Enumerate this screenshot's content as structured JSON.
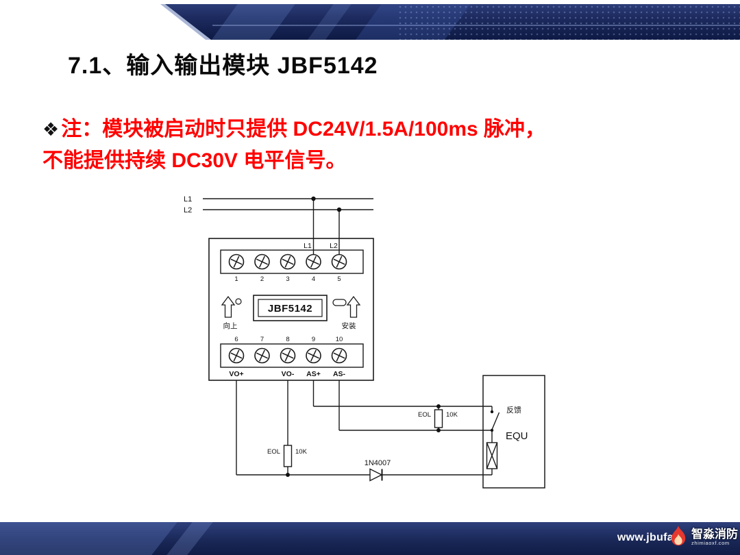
{
  "header": {
    "title": "7.1、输入输出模块 JBF5142",
    "bar_color": "#1c2a5e"
  },
  "note": {
    "bullet": "❖",
    "line1": "注：模块被启动时只提供 DC24V/1.5A/100ms 脉冲，",
    "line2": "不能提供持续 DC30V 电平信号。",
    "color": "#ff0000"
  },
  "diagram": {
    "bus": {
      "l1": "L1",
      "l2": "L2"
    },
    "module": {
      "inner_l1": "L1",
      "inner_l2": "L2",
      "top_terminals": [
        "1",
        "2",
        "3",
        "4",
        "5"
      ],
      "bottom_terminals": [
        "6",
        "7",
        "8",
        "9",
        "10"
      ],
      "display_text": "JBF5142",
      "up_label": "向上",
      "install_label": "安装",
      "vo_plus": "VO+",
      "vo_minus": "VO-",
      "as_plus": "AS+",
      "as_minus": "AS-"
    },
    "parts": {
      "eol_top": {
        "name": "EOL",
        "value": "10K"
      },
      "eol_bottom": {
        "name": "EOL",
        "value": "10K"
      },
      "diode": "1N4007",
      "equipment": "EQU",
      "feedback": "反馈"
    }
  },
  "footer": {
    "url": "www.jbufa",
    "logo_text": "智淼消防",
    "logo_sub": "zhimiaoxf.com",
    "bar_color": "#1a2858"
  }
}
